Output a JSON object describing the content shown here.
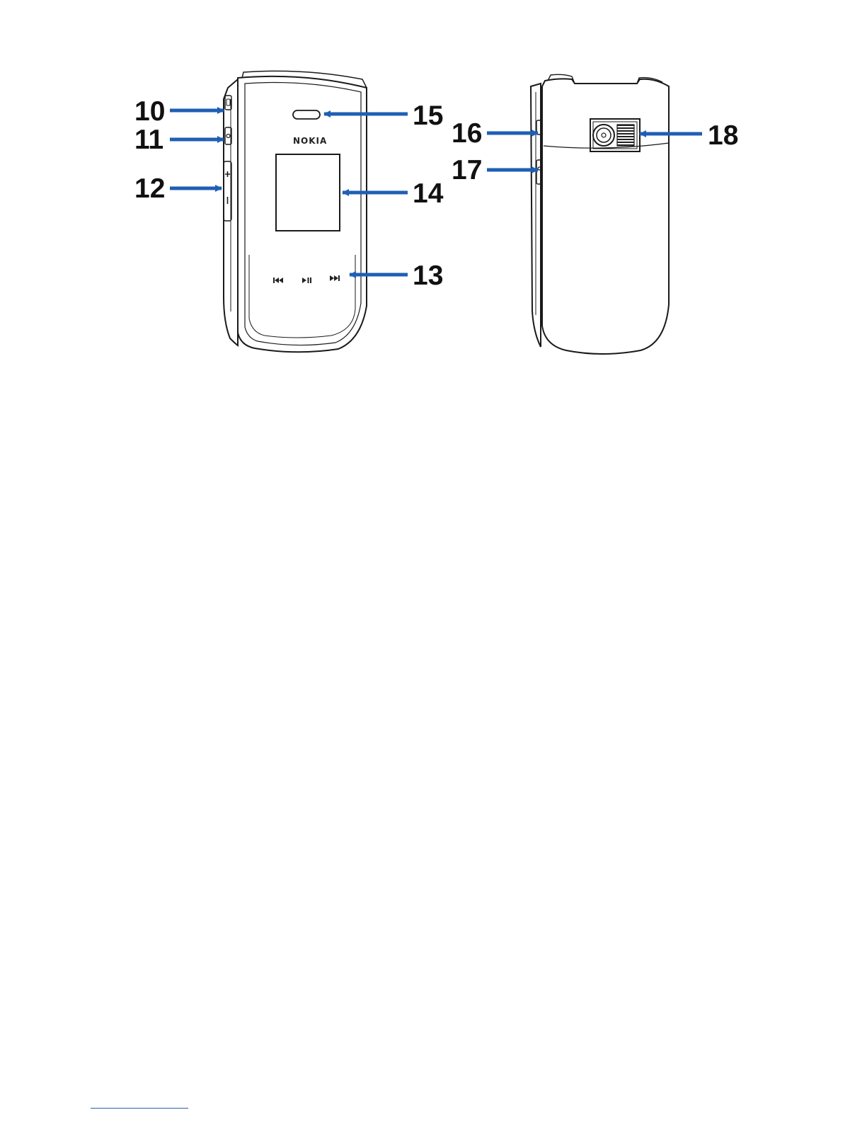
{
  "brand": "NOKIA",
  "colors": {
    "arrow": "#1f5fb4",
    "outline": "#1a1a1a",
    "text": "#111111"
  },
  "callouts": [
    {
      "id": "10",
      "label": "10"
    },
    {
      "id": "11",
      "label": "11"
    },
    {
      "id": "12",
      "label": "12"
    },
    {
      "id": "13",
      "label": "13"
    },
    {
      "id": "14",
      "label": "14"
    },
    {
      "id": "15",
      "label": "15"
    },
    {
      "id": "16",
      "label": "16"
    },
    {
      "id": "17",
      "label": "17"
    },
    {
      "id": "18",
      "label": "18"
    }
  ],
  "media_keys": [
    "previous-track-icon",
    "play-pause-icon",
    "next-track-icon"
  ]
}
